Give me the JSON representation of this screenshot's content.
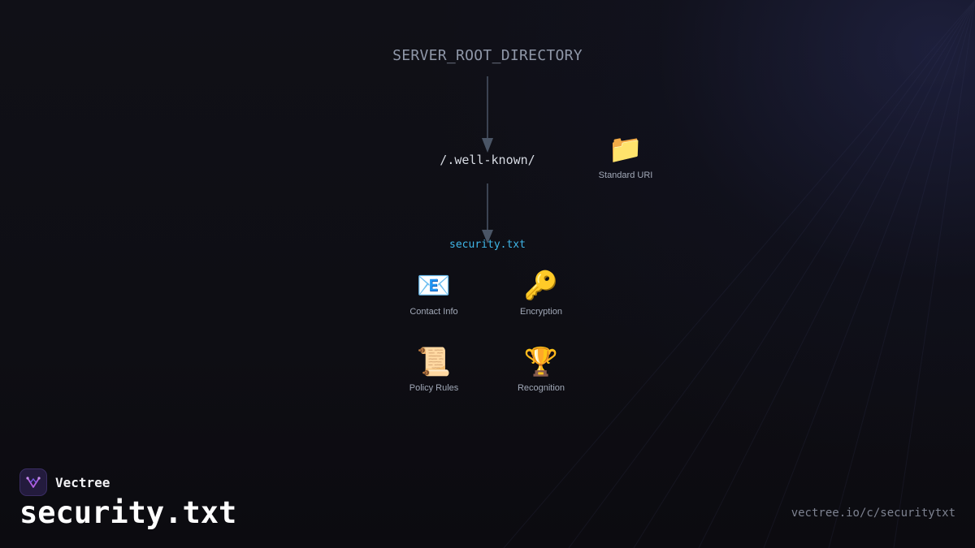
{
  "diagram": {
    "root": "SERVER_ROOT_DIRECTORY",
    "well_known": "/.well-known/",
    "file": "security.txt",
    "side_node": {
      "icon": "folder-icon",
      "label": "Standard URI"
    },
    "children": [
      {
        "icon": "envelope-icon",
        "label": "Contact Info"
      },
      {
        "icon": "key-icon",
        "label": "Encryption"
      },
      {
        "icon": "scroll-icon",
        "label": "Policy Rules"
      },
      {
        "icon": "trophy-icon",
        "label": "Recognition"
      }
    ]
  },
  "footer": {
    "brand": "Vectree",
    "title": "security.txt",
    "url": "vectree.io/c/securitytxt"
  },
  "colors": {
    "background": "#0e0e14",
    "accent_file": "#3fb6e8",
    "arrow": "#4a5566",
    "muted_text": "#8f97a8"
  }
}
